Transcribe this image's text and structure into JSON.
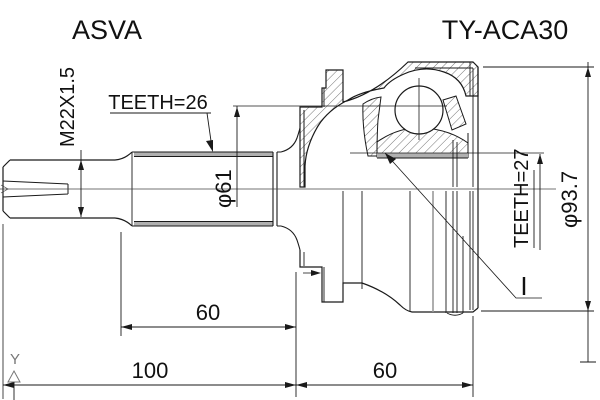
{
  "header": {
    "brand": "ASVA",
    "part_number": "TY-ACA30"
  },
  "dimensions": {
    "thread_spec": "M22X1.5",
    "outer_teeth": "TEETH=26",
    "boot_pcd_diameter": "φ61",
    "inner_teeth": "TEETH=27",
    "outer_diameter": "φ93.7",
    "shaft_length_mm": "60",
    "overall_length_mm": "100",
    "joint_length_mm": "60"
  },
  "annotations": {
    "datum_axis": "Y",
    "spline_mark": "I"
  },
  "colors": {
    "line": "#1a1a1a",
    "spline_band": "#b0b0b0",
    "background": "#ffffff"
  }
}
